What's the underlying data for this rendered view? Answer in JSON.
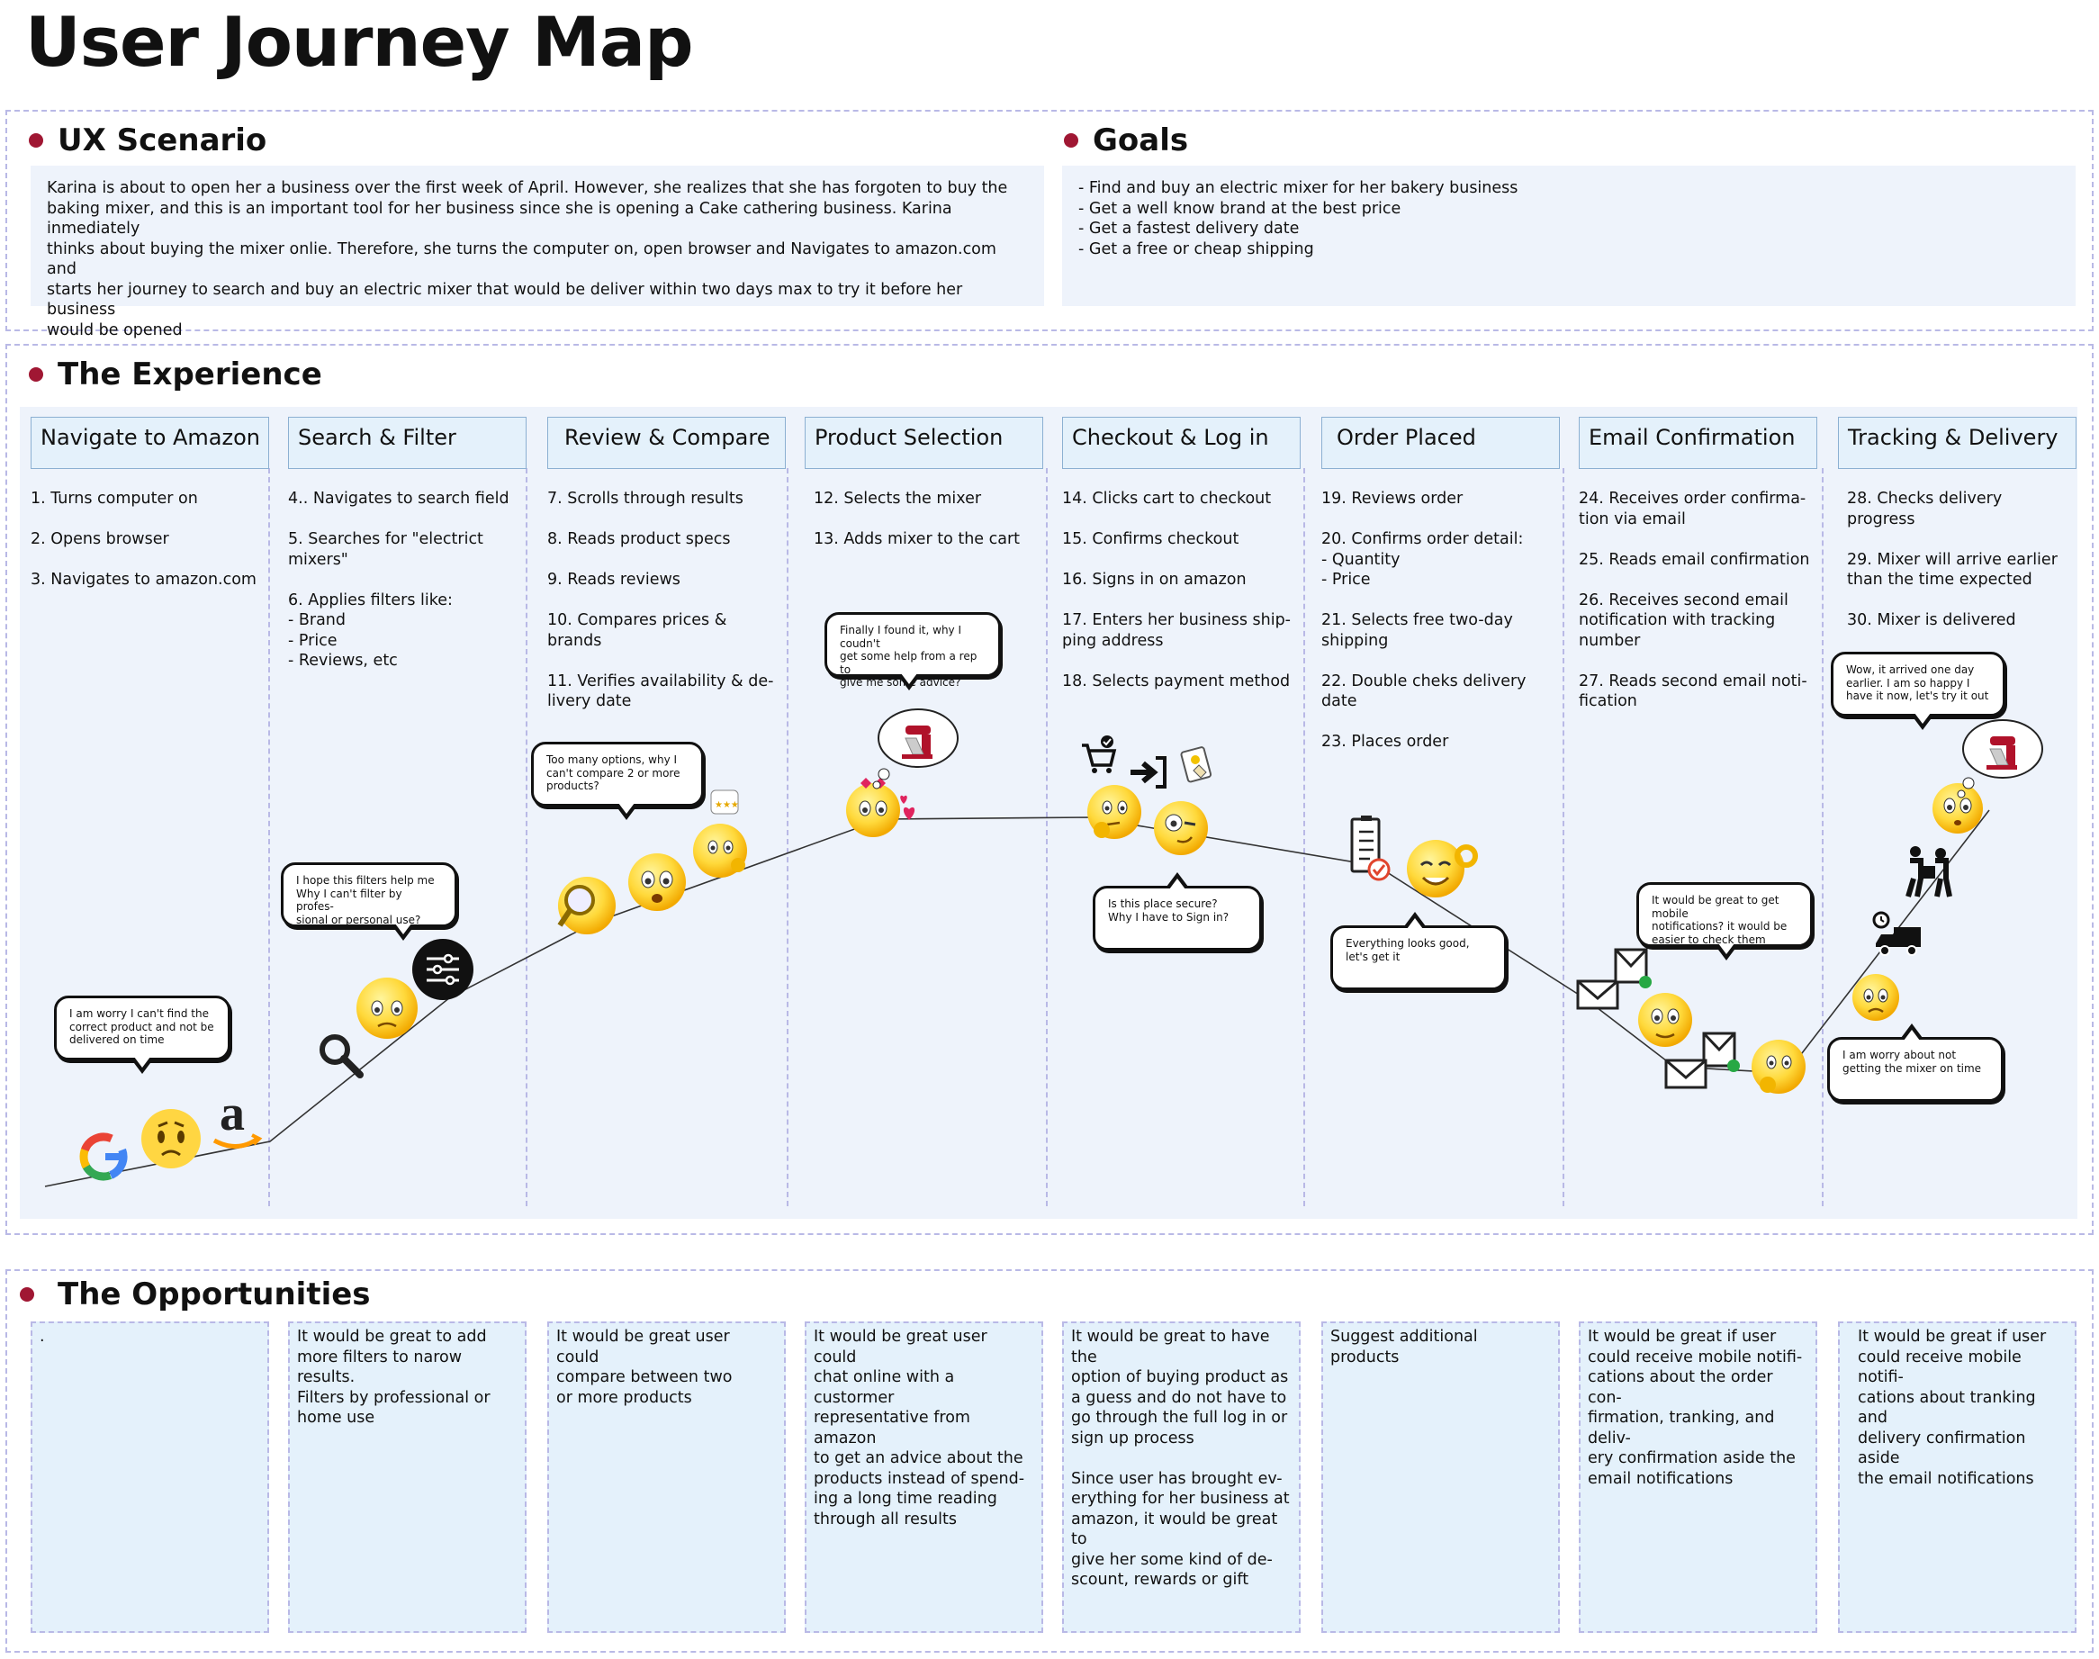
{
  "title": "User Journey Map",
  "scenario": {
    "heading": "UX Scenario",
    "text": "Karina is about to open her a business over the first week of April. However, she realizes that she has forgoten to buy the\nbaking mixer, and this is an important tool for her business since she is opening a Cake cathering business. Karina inmediately\nthinks about buying the mixer onlie. Therefore, she turns the computer on, open browser and Navigates to amazon.com and\nstarts her journey to search and buy an electric mixer that would be deliver within two days max to try it before her business\nwould be opened"
  },
  "goals": {
    "heading": "Goals",
    "items": [
      "- Find and buy an electric mixer for her bakery business",
      "- Get a well know brand at the best price",
      "- Get a fastest delivery date",
      "- Get a free or cheap shipping"
    ]
  },
  "experience": {
    "heading": "The Experience",
    "stages": [
      {
        "name": "Navigate to Amazon",
        "steps": "1. Turns computer on\n\n2. Opens browser\n\n3. Navigates to amazon.com"
      },
      {
        "name": "Search & Filter",
        "steps": "4.. Navigates to search field\n\n5. Searches for \"electrict\nmixers\"\n\n6. Applies filters like:\n    - Brand\n    - Price\n    - Reviews, etc"
      },
      {
        "name": "Review & Compare",
        "steps": "7. Scrolls through results\n\n8. Reads product specs\n\n9. Reads reviews\n\n10. Compares prices &\nbrands\n\n11. Verifies availability & de-\nlivery date"
      },
      {
        "name": "Product Selection",
        "steps": "12. Selects the mixer\n\n13. Adds mixer to the cart"
      },
      {
        "name": "Checkout & Log in",
        "steps": "14. Clicks cart to checkout\n\n15. Confirms checkout\n\n16. Signs in on amazon\n\n17. Enters her business ship-\nping address\n\n18. Selects payment method"
      },
      {
        "name": "Order Placed",
        "steps": "19. Reviews order\n\n20. Confirms order detail:\n    - Quantity\n    - Price\n\n21. Selects free two-day\nshipping\n\n22. Double cheks delivery\ndate\n\n23. Places order"
      },
      {
        "name": "Email Confirmation",
        "steps": "24. Receives order confirma-\ntion via email\n\n25. Reads email confirmation\n\n26. Receives second email\nnotification with tracking\nnumber\n\n27. Reads second email noti-\nfication"
      },
      {
        "name": "Tracking & Delivery",
        "steps": "28. Checks delivery progress\n\n29. Mixer will arrive earlier\nthan the time expected\n\n30. Mixer is delivered"
      }
    ],
    "thoughts": [
      "I am worry I can't find the\ncorrect product and not be\ndelivered on time",
      "I hope this filters help me\nWhy I can't filter by profes-\nsional or personal use?",
      "Too many options, why I\ncan't compare 2 or more\nproducts?",
      "Finally I found it, why I coudn't\nget some help from a rep to\ngive me some advice?",
      "Is this place secure?\nWhy I have to Sign in?",
      "Everything looks good,\nlet's get it",
      "It would be great to get mobile\nnotifications? it would be\neasier to check them",
      "Wow, it arrived one day\nearlier. I am so happy I\nhave it now, let's try it out",
      "I am worry about not\ngetting the mixer on time"
    ],
    "icons": [
      "google-icon",
      "worried-emoji",
      "amazon-icon",
      "magnifier-icon",
      "nervous-emoji",
      "filter-icon",
      "magnifier-emoji",
      "surprised-emoji",
      "thinking-emoji",
      "rating-note-icon",
      "love-emoji",
      "mixer-thought-icon",
      "cart-icon",
      "login-icon",
      "payment-icon",
      "thinking-emoji",
      "winking-emoji",
      "checklist-icon",
      "ok-emoji",
      "email-icon",
      "relieved-emoji",
      "email-icon",
      "thinking-emoji",
      "delivery-truck-icon",
      "delivery-person-icon",
      "worried-emoji",
      "surprised-emoji",
      "mixer-thought-icon"
    ]
  },
  "opportunities": {
    "heading": "The Opportunities",
    "items": [
      ".",
      "It would be great to add\nmore filters to narow results.\nFilters by professional or\nhome use",
      "It would be great  user could\ncompare between two\nor more products",
      "It would be great user could\nchat online with a custormer\nrepresentative from amazon\nto get an advice about the\nproducts instead of spend-\ning a long time reading\nthrough all results",
      "It would be great to have the\noption of buying product as\na guess and do not have to\ngo through the full log in or\nsign up process\n\nSince user has brought ev-\nerything for her business at\namazon, it would be great to\ngive her some kind of de-\nscount, rewards or gift",
      "Suggest additional products",
      "It would be great if user\ncould receive  mobile notifi-\ncations about the order con-\nfirmation, tranking, and deliv-\nery confirmation aside the\nemail notifications",
      "It would be great if user\ncould receive  mobile notifi-\ncations about tranking and\ndelivery confirmation aside\nthe email notifications"
    ]
  },
  "colors": {
    "accent_dot": "#a01733",
    "panel": "#eef3fb",
    "stage": "#e4f1fb",
    "dash": "#b9b9e6"
  }
}
